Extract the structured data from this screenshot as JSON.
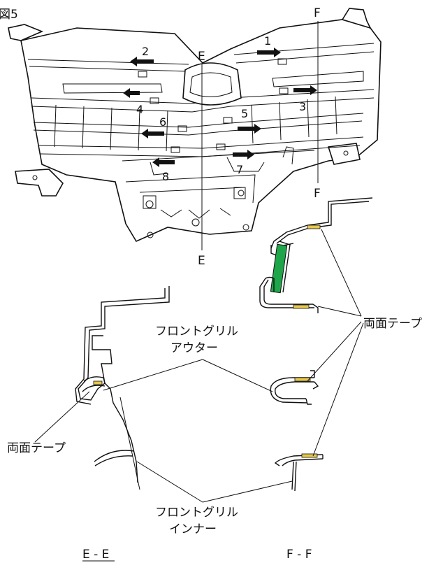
{
  "figure": {
    "number_label": "図5"
  },
  "section_marks": {
    "e_top": "E",
    "e_bottom": "E",
    "f_top": "F",
    "f_bottom": "F"
  },
  "clip_numbers": [
    "1",
    "2",
    "3",
    "4",
    "5",
    "6",
    "7",
    "8"
  ],
  "callouts": {
    "outer_line1": "フロントグリル",
    "outer_line2": "アウター",
    "inner_line1": "フロントグリル",
    "inner_line2": "インナー",
    "tape_right": "両面テープ",
    "tape_left": "両面テープ"
  },
  "view_labels": {
    "ee": "E - E",
    "ff": "F - F"
  },
  "colors": {
    "line": "#111111",
    "arrow": "#111111",
    "tape_green": "#1fa64a",
    "tape_yellow": "#e8c84a"
  }
}
